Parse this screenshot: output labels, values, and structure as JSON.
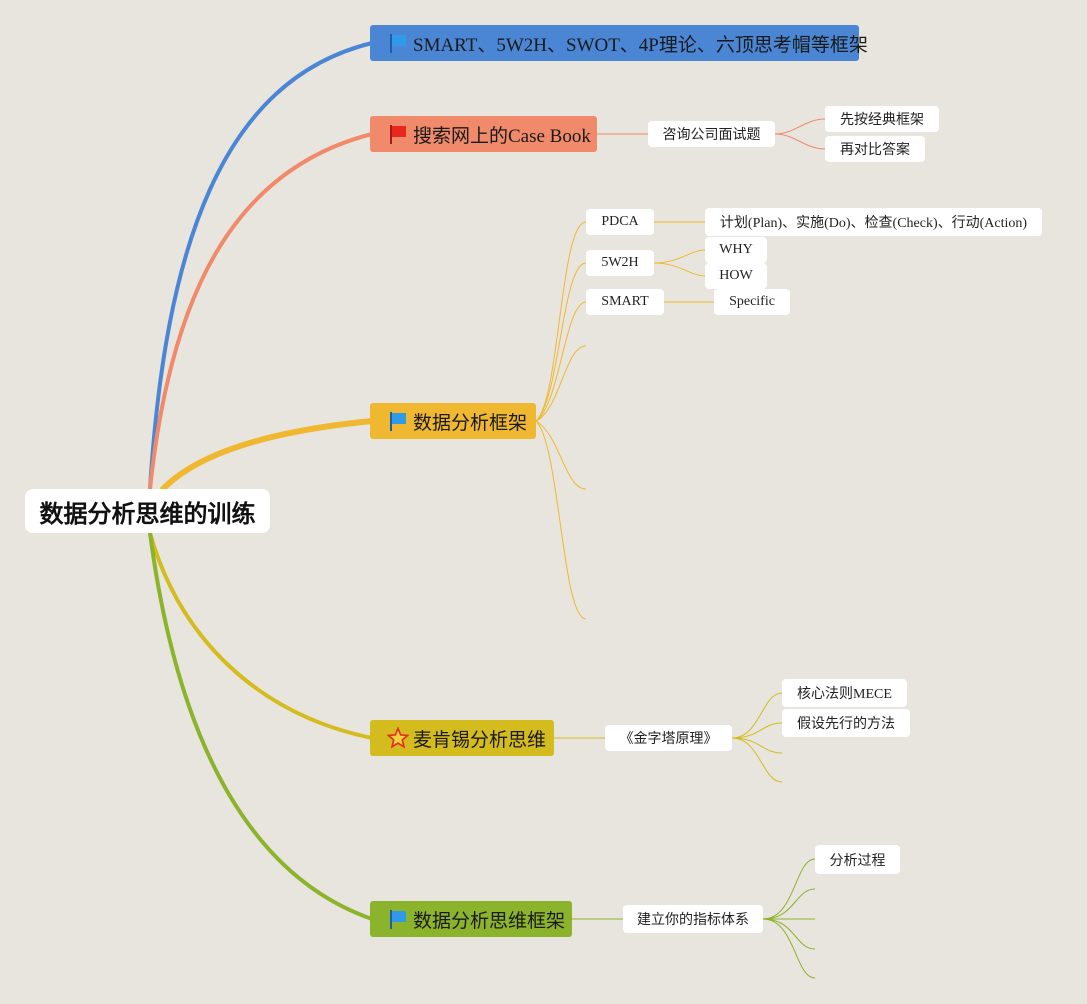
{
  "root": {
    "label": "数据分析思维的训练"
  },
  "colors": {
    "background": "#e8e5de",
    "branch_blue": "#4a86d4",
    "branch_salmon": "#f08a6a",
    "branch_orange": "#f0b830",
    "branch_mustard": "#d4bb1e",
    "branch_green": "#8cb32c"
  },
  "branches": [
    {
      "label": "SMART、5W2H、SWOT、4P理论、六顶思考帽等框架",
      "icon": "blue-flag-icon"
    },
    {
      "label": "搜索网上的Case Book",
      "icon": "red-flag-icon",
      "child": {
        "label": "咨询公司面试题",
        "children": [
          "先按经典框架",
          "再对比答案"
        ]
      }
    },
    {
      "label": "数据分析框架",
      "icon": "blue-flag-icon",
      "children": [
        {
          "label": "PDCA",
          "children": [
            "计划(Plan)、实施(Do)、检查(Check)、行动(Action)"
          ]
        },
        {
          "label": "5W2H",
          "children": [
            "WHY",
            "HOW"
          ]
        },
        {
          "label": "SMART",
          "children": [
            "Specific"
          ]
        }
      ]
    },
    {
      "label": "麦肯锡分析思维",
      "icon": "star-icon",
      "child": {
        "label": "《金字塔原理》",
        "children": [
          "核心法则MECE",
          "假设先行的方法"
        ]
      }
    },
    {
      "label": "数据分析思维框架",
      "icon": "blue-flag-icon",
      "child": {
        "label": "建立你的指标体系",
        "children": [
          "分析过程"
        ]
      }
    }
  ]
}
